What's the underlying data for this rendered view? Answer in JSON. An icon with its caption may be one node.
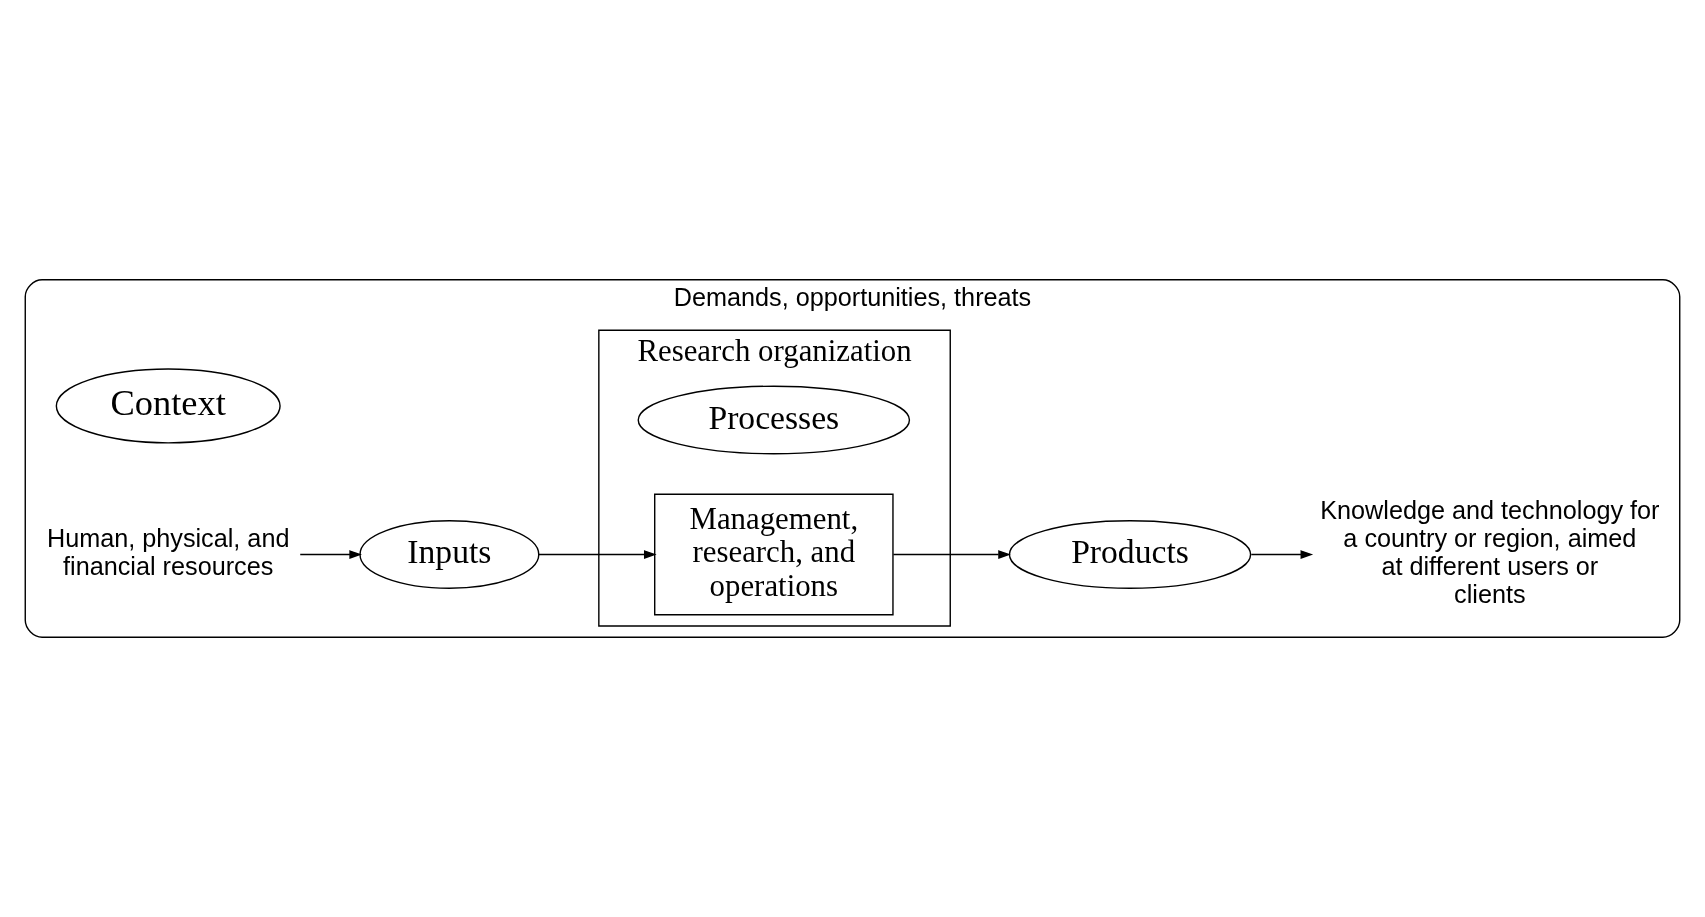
{
  "diagram": {
    "nodes": [
      {
        "text": [
          "Demands, opportunities, threats"
        ]
      },
      {
        "text": [
          "Context"
        ],
        "in": 0
      },
      {
        "text": [
          "Human, physical, and financial resources"
        ],
        "in": 0
      },
      {
        "text": [
          "Knowledge and technology for a country or region, aimed at different users or clients"
        ],
        "in": 0
      },
      {
        "text": [
          "Research organization"
        ],
        "in": 0
      },
      {
        "text": [
          "Processes"
        ],
        "in": 4
      },
      {
        "text": [
          "Management, research, and operations"
        ],
        "in": 4
      },
      {
        "text": [
          "Inputs"
        ],
        "in": 0
      },
      {
        "text": [
          "Products"
        ],
        "in": 0
      }
    ],
    "edges": [
      {
        "from": 2,
        "to": 7,
        "arrow": "to"
      },
      {
        "from": 7,
        "to": 6,
        "arrow": "to"
      },
      {
        "from": 6,
        "to": 8,
        "arrow": "to"
      },
      {
        "from": 8,
        "to": 3,
        "arrow": "to"
      }
    ]
  }
}
